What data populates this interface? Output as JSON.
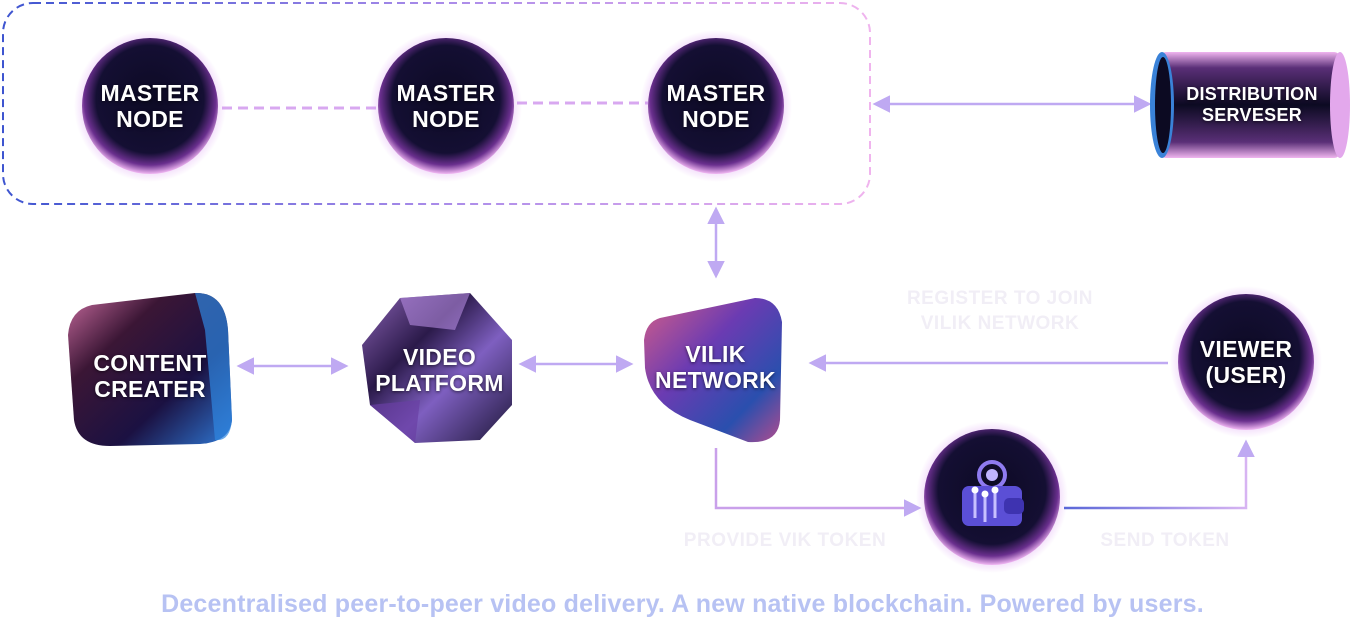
{
  "nodes": {
    "master_1": "MASTER\nNODE",
    "master_2": "MASTER\nNODE",
    "master_3": "MASTER\nNODE",
    "distribution": "DISTRIBUTION\nSERVESER",
    "content_creater": "CONTENT\nCREATER",
    "video_platform": "VIDEO\nPLATFORM",
    "vilik_network": "VILIK\nNETWORK",
    "viewer": "VIEWER\n(USER)"
  },
  "edge_labels": {
    "register": "REGISTER TO JOIN\nVILIK NETWORK",
    "provide": "PROVIDE VIK TOKEN",
    "send": "SEND TOKEN"
  },
  "icons": {
    "token": "wallet-circuit-icon"
  },
  "colors": {
    "node_dark": "#0c0a22",
    "glow": "#d48cf0",
    "arrow": "#bfa9f2",
    "dash_blue": "#4b63d6",
    "dash_pink": "#e2a6ee",
    "tagline": "#b7c2f3"
  },
  "tagline": "Decentralised peer-to-peer video delivery. A new native blockchain. Powered by users."
}
